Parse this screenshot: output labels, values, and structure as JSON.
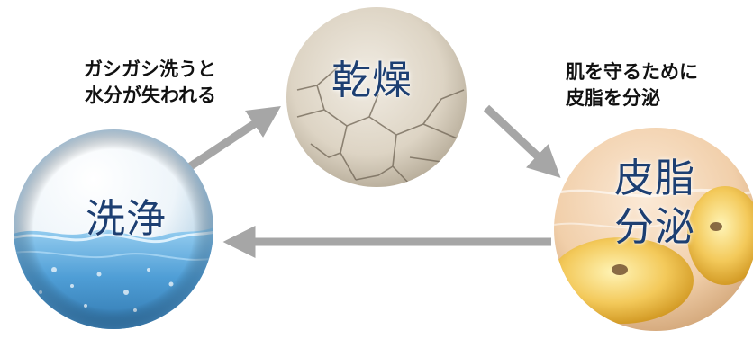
{
  "nodes": {
    "wash": {
      "label": "洗浄"
    },
    "dry": {
      "label": "乾燥"
    },
    "sebum": {
      "label_line1": "皮脂",
      "label_line2": "分泌"
    }
  },
  "captions": {
    "left": {
      "line1": "ガシガシ洗うと",
      "line2": "水分が失われる"
    },
    "right": {
      "line1": "肌を守るために",
      "line2": "皮脂を分泌"
    }
  },
  "colors": {
    "arrow": "#a6a6a6",
    "label_text": "#1d3f72",
    "caption_text": "#111111",
    "water": "#4f9ed6",
    "cracked_earth": "#d9d0bf",
    "oil": "#f3c95a"
  }
}
